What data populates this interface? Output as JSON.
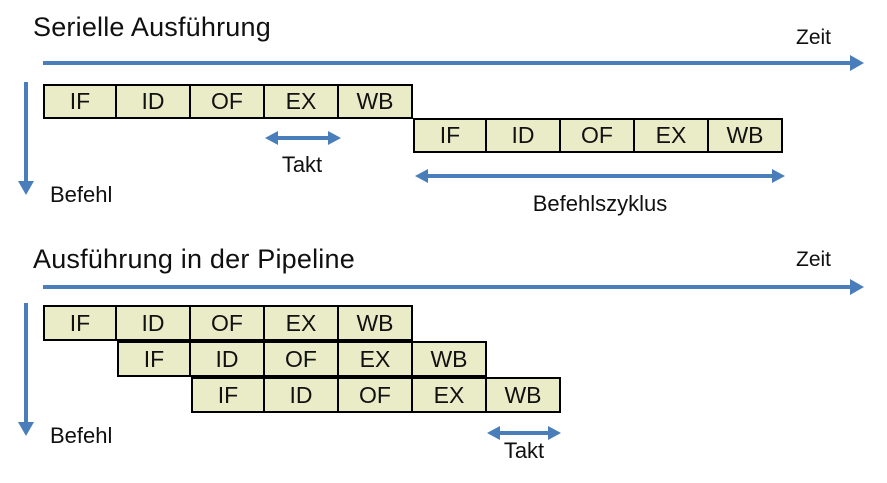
{
  "colors": {
    "background": "#ffffff",
    "box_fill": "#e9ecc7",
    "box_border": "#000000",
    "arrow_blue": "#4a7ebb",
    "text": "#101010"
  },
  "stages": [
    "IF",
    "ID",
    "OF",
    "EX",
    "WB"
  ],
  "serial": {
    "title": "Serielle Ausführung",
    "zeit_label": "Zeit",
    "befehl_label": "Befehl",
    "takt_label": "Takt",
    "befehlszyklus_label": "Befehlszyklus",
    "rows": 2
  },
  "pipeline": {
    "title": "Ausführung in der Pipeline",
    "zeit_label": "Zeit",
    "befehl_label": "Befehl",
    "takt_label": "Takt",
    "rows": 3
  }
}
